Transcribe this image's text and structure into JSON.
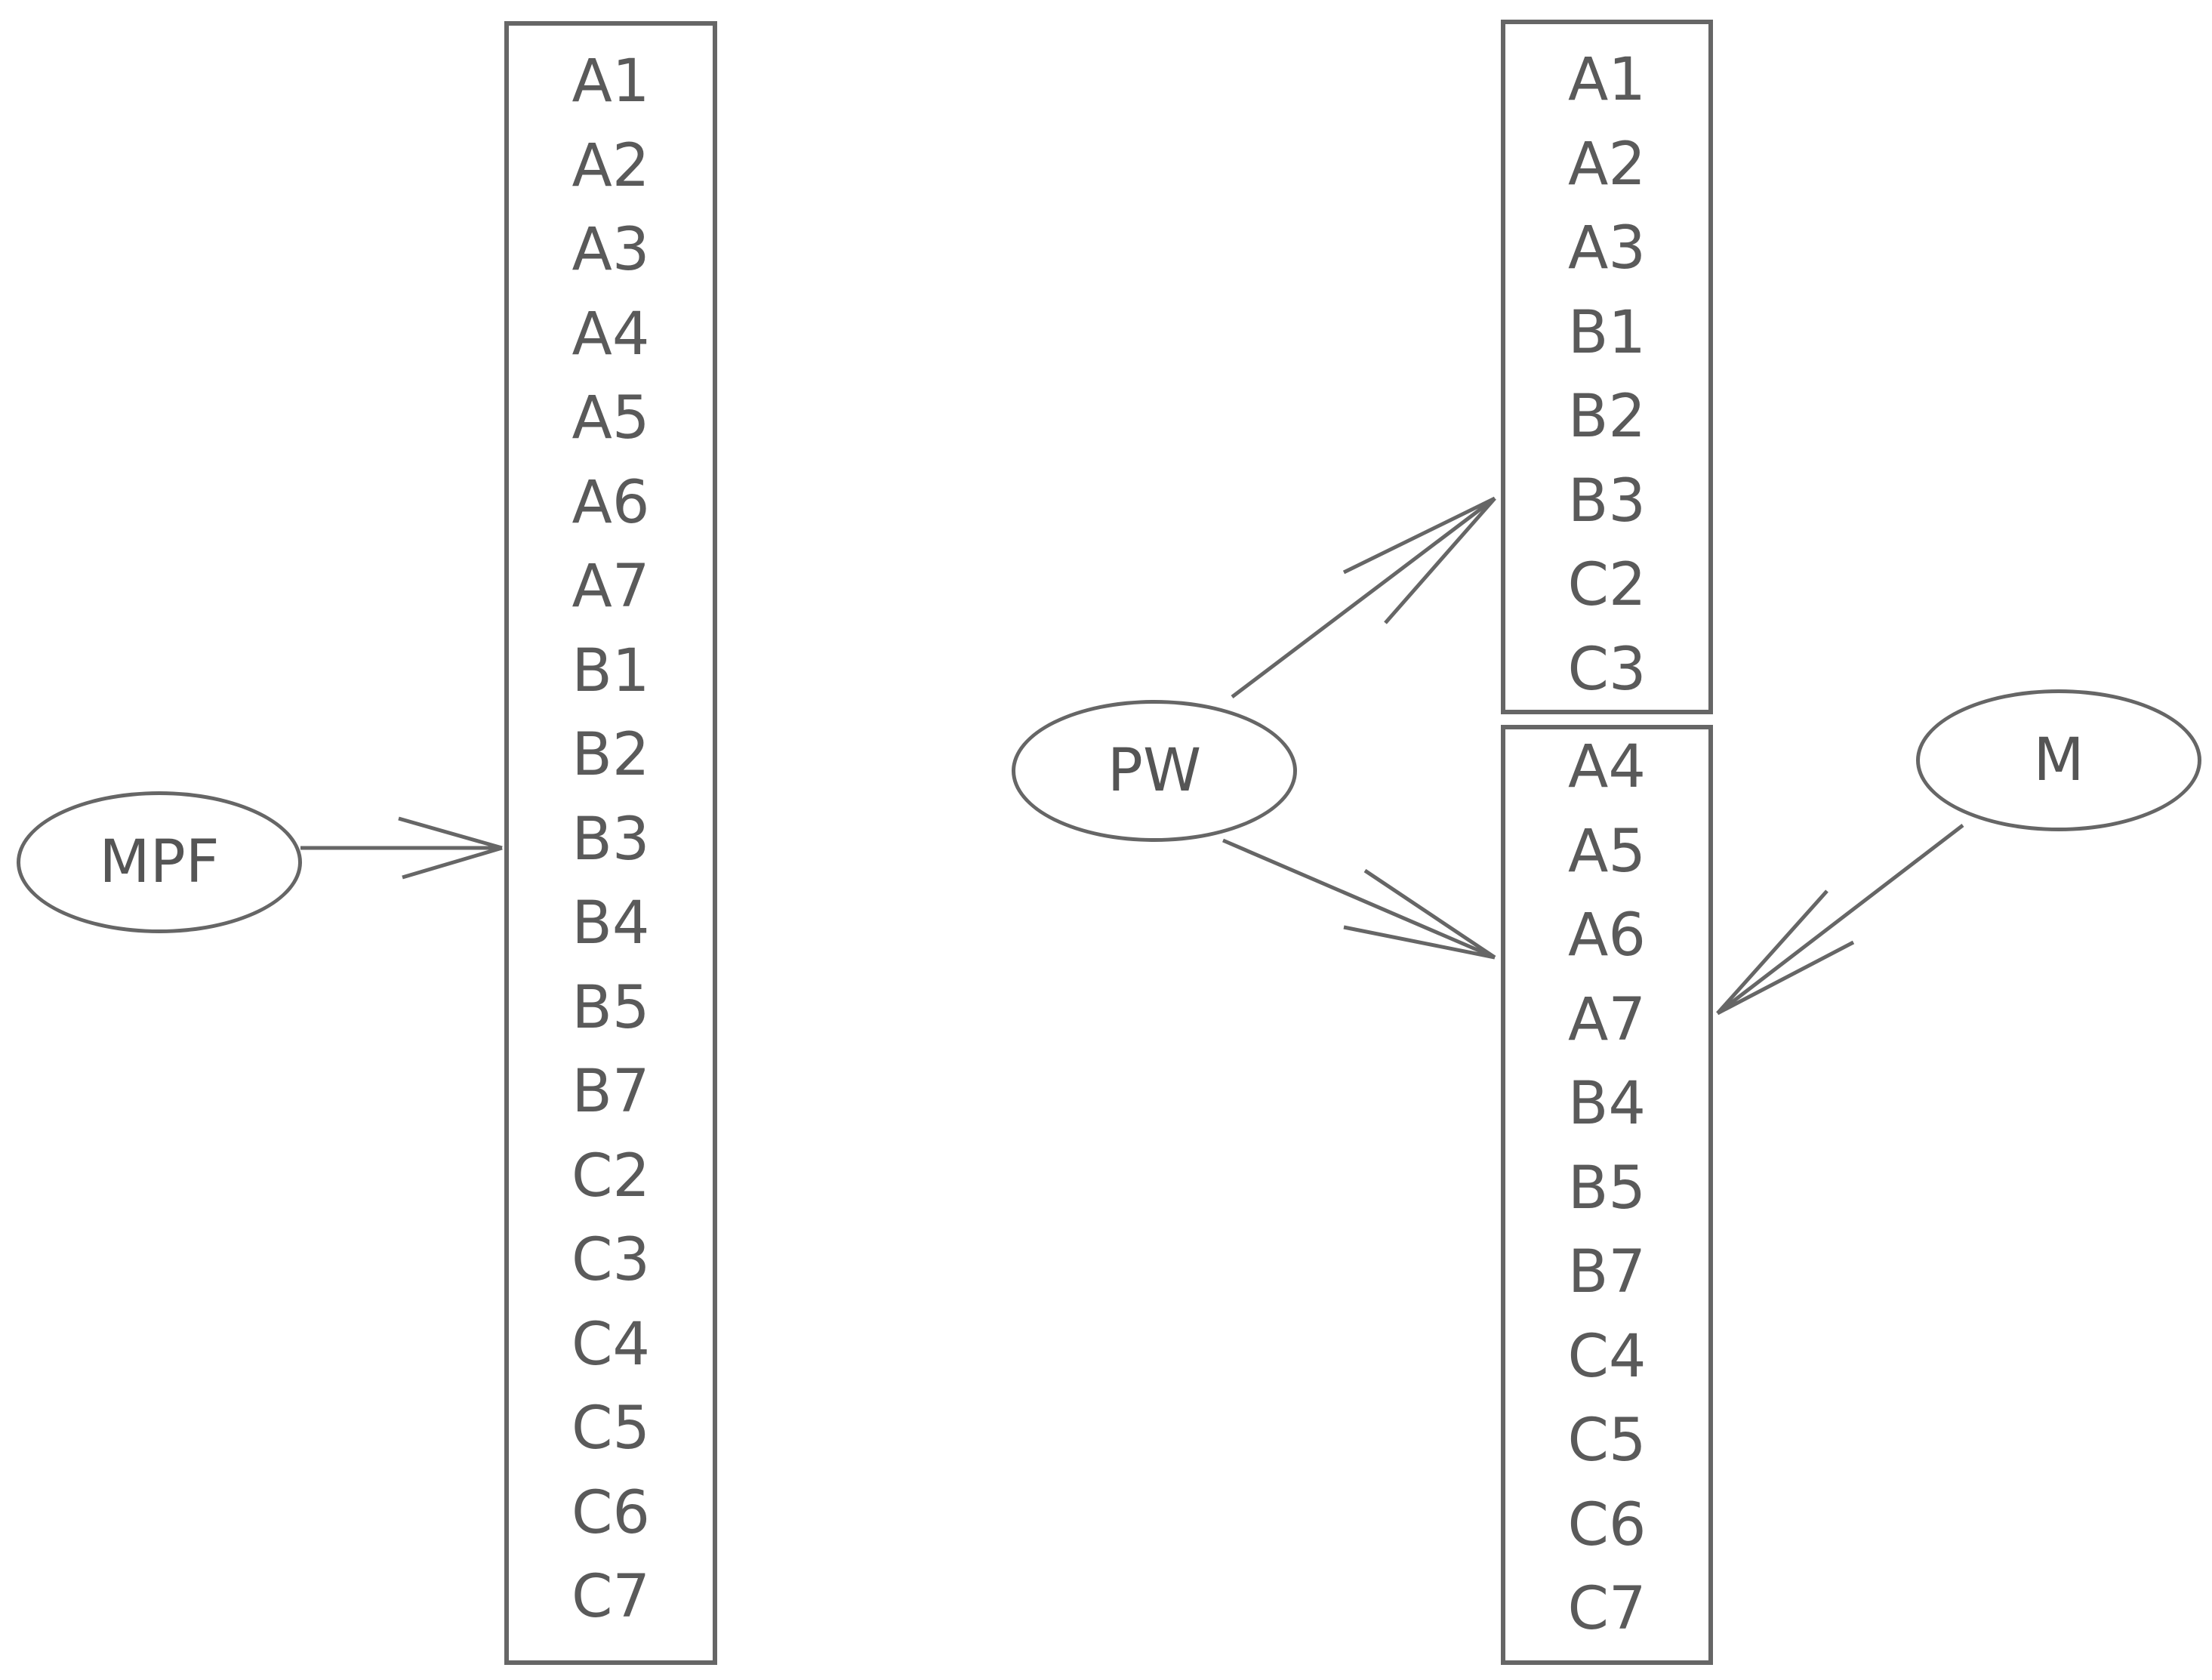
{
  "nodes": {
    "mpf": {
      "label": "MPF"
    },
    "pw": {
      "label": "PW"
    },
    "m": {
      "label": "M"
    }
  },
  "boxes": {
    "left": {
      "items": [
        "A1",
        "A2",
        "A3",
        "A4",
        "A5",
        "A6",
        "A7",
        "B1",
        "B2",
        "B3",
        "B4",
        "B5",
        "B7",
        "C2",
        "C3",
        "C4",
        "C5",
        "C6",
        "C7"
      ]
    },
    "right_top": {
      "items": [
        "A1",
        "A2",
        "A3",
        "B1",
        "B2",
        "B3",
        "C2",
        "C3"
      ]
    },
    "right_bottom": {
      "items": [
        "A4",
        "A5",
        "A6",
        "A7",
        "B4",
        "B5",
        "B7",
        "C4",
        "C5",
        "C6",
        "C7"
      ]
    }
  },
  "edges": [
    {
      "from": "MPF",
      "to": "left box"
    },
    {
      "from": "PW",
      "to": "right top box"
    },
    {
      "from": "PW",
      "to": "right bottom box"
    },
    {
      "from": "M",
      "to": "right bottom box"
    }
  ],
  "colors": {
    "stroke": "#666666",
    "text": "#555555"
  }
}
